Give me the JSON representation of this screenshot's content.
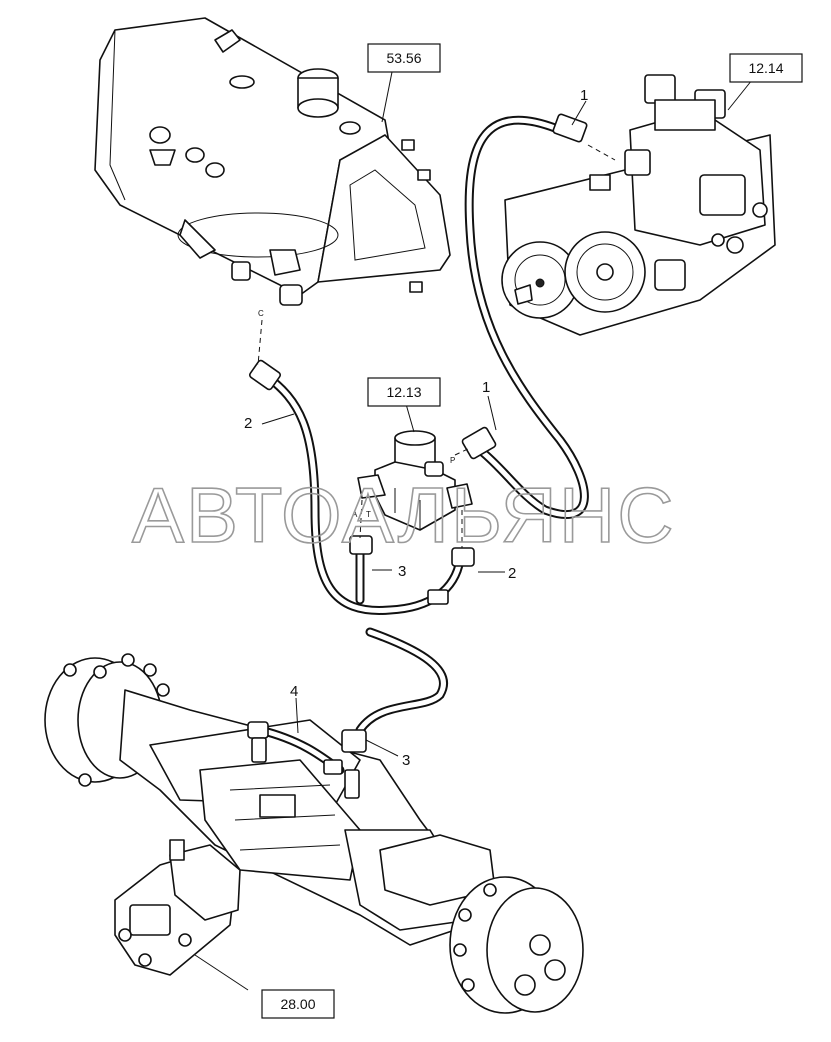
{
  "references": {
    "tank": "53.56",
    "pump": "12.14",
    "valve": "12.13",
    "motor": "28.00"
  },
  "callouts": {
    "hose_1_top": "1",
    "hose_1_mid": "1",
    "hose_2_left": "2",
    "hose_2_right": "2",
    "hose_3_mid": "3",
    "hose_3_bottom": "3",
    "hose_4": "4"
  },
  "ports": {
    "tank_port": "C",
    "valve_port_p": "P",
    "valve_port_a": "A",
    "valve_port_t": "T"
  },
  "watermark": "АВТОАЛЬЯНС"
}
